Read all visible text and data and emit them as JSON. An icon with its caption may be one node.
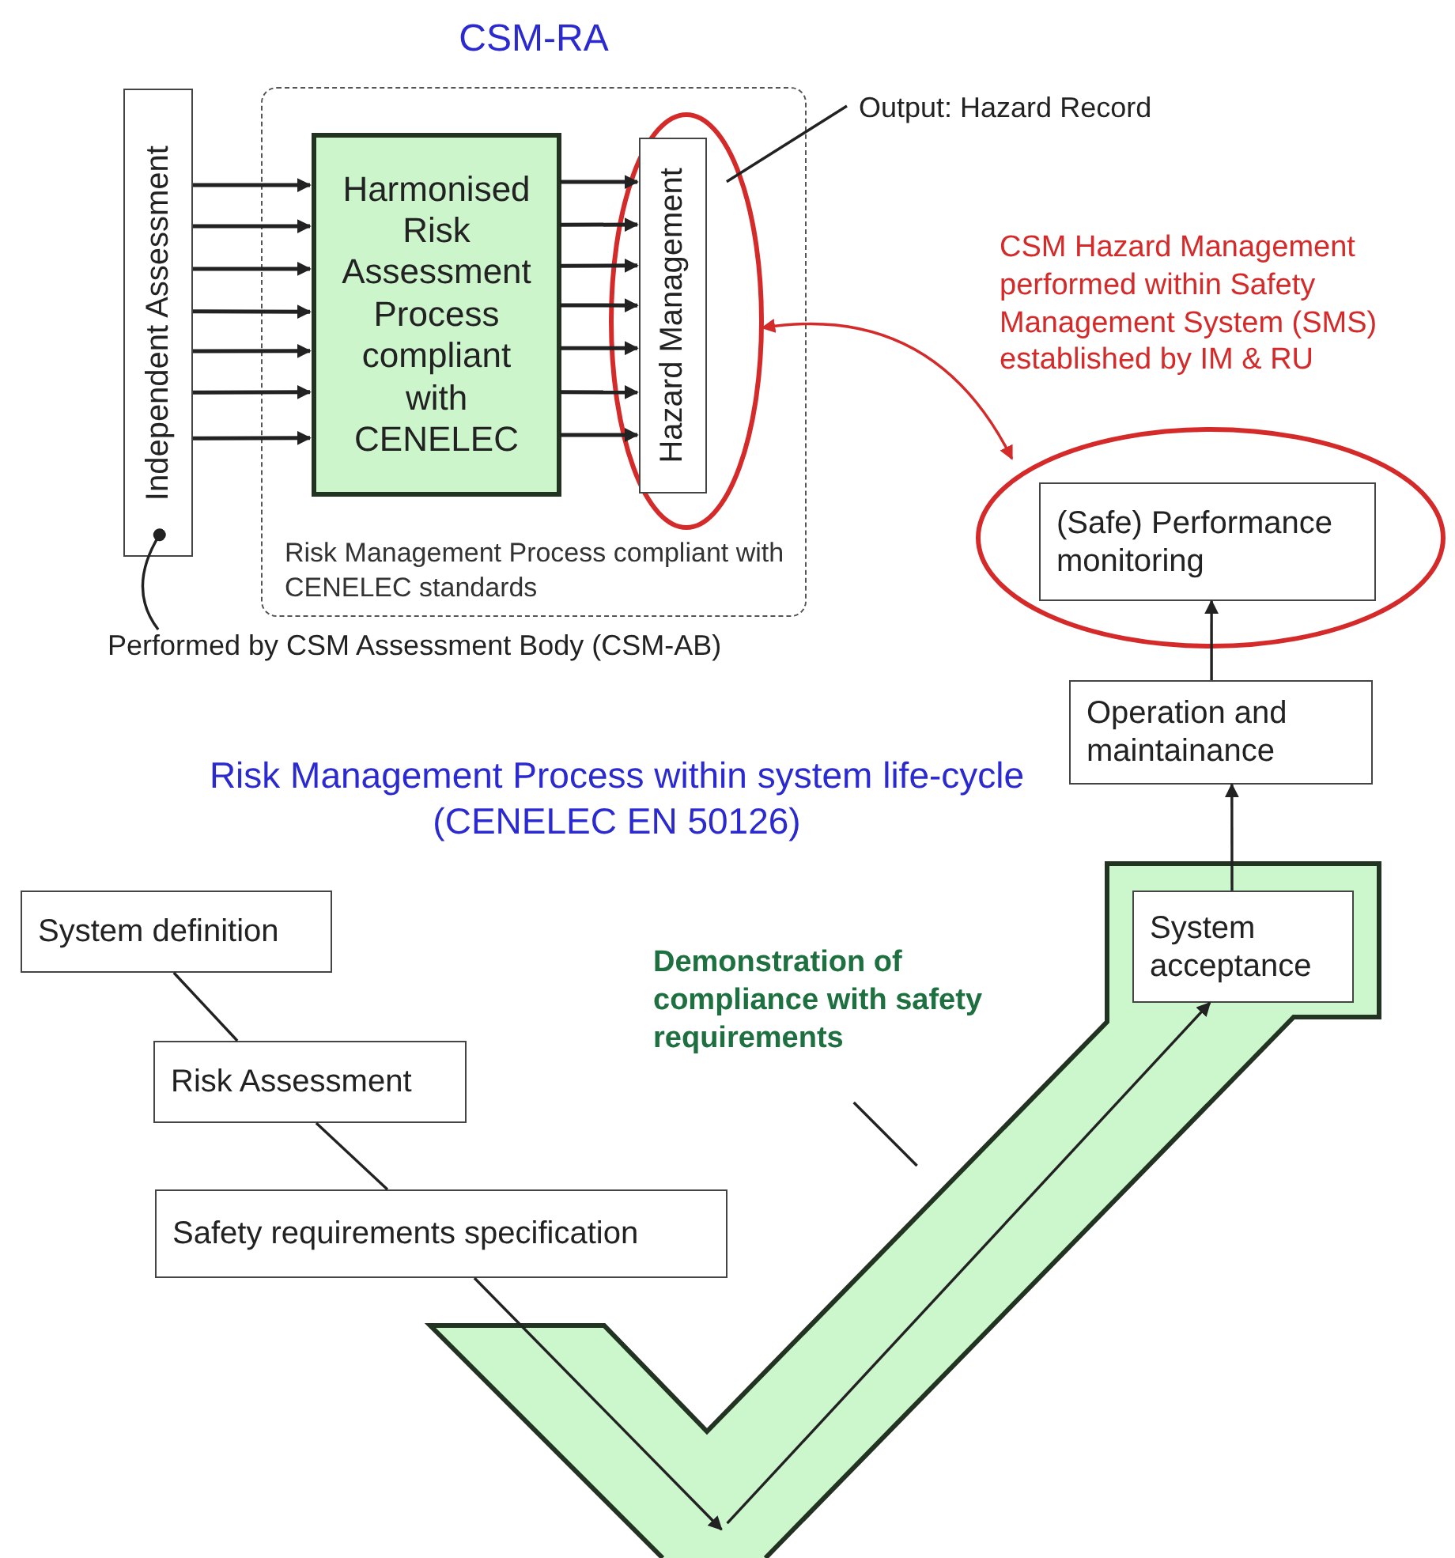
{
  "diagram": {
    "nodes": [
      {
        "text": [
          "CSM-RA",
          "Risk Management Process compliant with CENELEC standards"
        ]
      },
      {
        "text": [
          "Independent Assessment"
        ]
      },
      {
        "text": [
          "Harmonised Risk Assessment Process compliant with CENELEC"
        ],
        "in": 0
      },
      {
        "text": [],
        "shape": "ellipse",
        "in": 0
      },
      {
        "text": [
          "Hazard Management"
        ],
        "in": 3
      },
      {
        "text": [
          "Output: Hazard Record"
        ]
      },
      {
        "text": [],
        "shape": "ellipse",
        "beside": [
          "CSM Hazard Management performed within Safety Management System (SMS) established by IM & RU"
        ]
      },
      {
        "text": [
          "(Safe) Performance monitoring"
        ],
        "in": 6
      },
      {
        "text": [
          "Performed by CSM Assessment Body (CSM-AB)"
        ]
      },
      {
        "text": [
          "Operation and maintainance"
        ]
      },
      {
        "text": [
          "System definition"
        ]
      },
      {
        "text": [
          "Risk Assessment"
        ]
      },
      {
        "text": [
          "Demonstration of compliance with safety requirements"
        ]
      },
      {
        "text": [],
        "shape": "band"
      },
      {
        "text": [
          "System acceptance"
        ],
        "in": 13
      },
      {
        "text": [
          "Safety requirements specification"
        ]
      }
    ],
    "edges": [
      {
        "from": 1,
        "to": 2,
        "arrow": "to"
      },
      {
        "from": 1,
        "to": 2,
        "arrow": "to"
      },
      {
        "from": 1,
        "to": 2,
        "arrow": "to"
      },
      {
        "from": 1,
        "to": 2,
        "arrow": "to"
      },
      {
        "from": 1,
        "to": 2,
        "arrow": "to"
      },
      {
        "from": 1,
        "to": 2,
        "arrow": "to"
      },
      {
        "from": 1,
        "to": 2,
        "arrow": "to"
      },
      {
        "from": 2,
        "to": 4,
        "arrow": "to"
      },
      {
        "from": 2,
        "to": 4,
        "arrow": "to"
      },
      {
        "from": 2,
        "to": 4,
        "arrow": "to"
      },
      {
        "from": 2,
        "to": 4,
        "arrow": "to"
      },
      {
        "from": 2,
        "to": 4,
        "arrow": "to"
      },
      {
        "from": 2,
        "to": 4,
        "arrow": "to"
      },
      {
        "from": 2,
        "to": 4,
        "arrow": "to"
      },
      {
        "from": 5,
        "to": 3,
        "arrow": "none"
      },
      {
        "from": 3,
        "to": 6,
        "arrow": "both",
        "color": "#d42a2a"
      },
      {
        "from": 8,
        "to": 1,
        "arrow": "other"
      },
      {
        "from": 9,
        "to": 7,
        "arrow": "to"
      },
      {
        "from": 14,
        "to": 9,
        "arrow": "to"
      },
      {
        "from": 10,
        "to": 11,
        "arrow": "none"
      },
      {
        "from": 11,
        "to": 15,
        "arrow": "none"
      },
      {
        "from": 15,
        "to": 13,
        "arrow": "to"
      },
      {
        "from": 13,
        "to": 14,
        "arrow": "to"
      },
      {
        "from": 12,
        "to": 13,
        "arrow": "none"
      }
    ],
    "labels": [
      "Risk Management Process within system life-cycle (CENELEC EN 50126)"
    ]
  }
}
